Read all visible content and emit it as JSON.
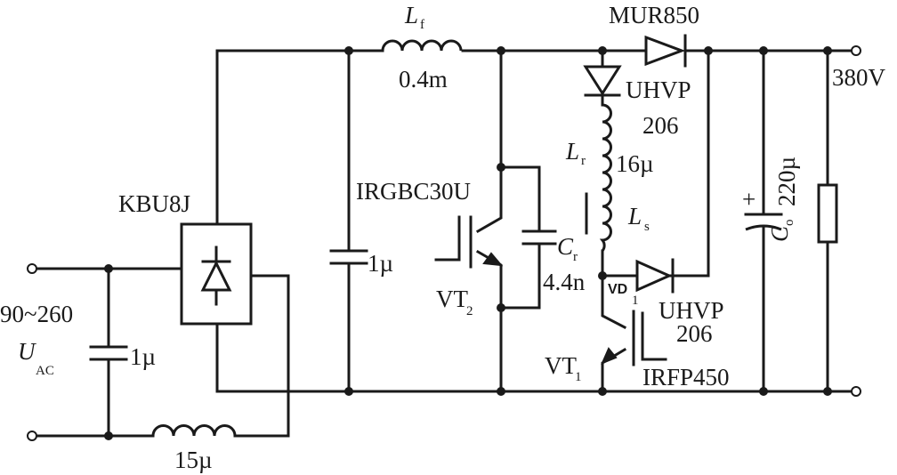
{
  "labels": {
    "lf_sym": "L",
    "lf_sub": "f",
    "lf_val": "0.4m",
    "mur": "MUR850",
    "v380": "380V",
    "uhvp_top": "UHVP",
    "uhvp_top_num": "206",
    "lr_sym": "L",
    "lr_sub": "r",
    "lr_val": "16µ",
    "ls_sym": "L",
    "ls_sub": "s",
    "irgbc": "IRGBC30U",
    "kbu": "KBU8J",
    "c1": "1µ",
    "cr_sym": "C",
    "cr_sub": "r",
    "cr_val": "4.4n",
    "vd_sym": "VD",
    "vd_sub": "1",
    "uhvp_bot": "UHVP",
    "uhvp_bot_num": "206",
    "vt2_sym": "VT",
    "vt2_sub": "2",
    "vt1_sym": "VT",
    "vt1_sub": "1",
    "irfp": "IRFP450",
    "co_sym": "C",
    "co_sub": "o",
    "co_val": "220µ",
    "co_plus": "+",
    "vin": "90~260",
    "uac_sym": "U",
    "uac_sub": "AC",
    "c_in": "1µ",
    "l_in": "15µ"
  }
}
